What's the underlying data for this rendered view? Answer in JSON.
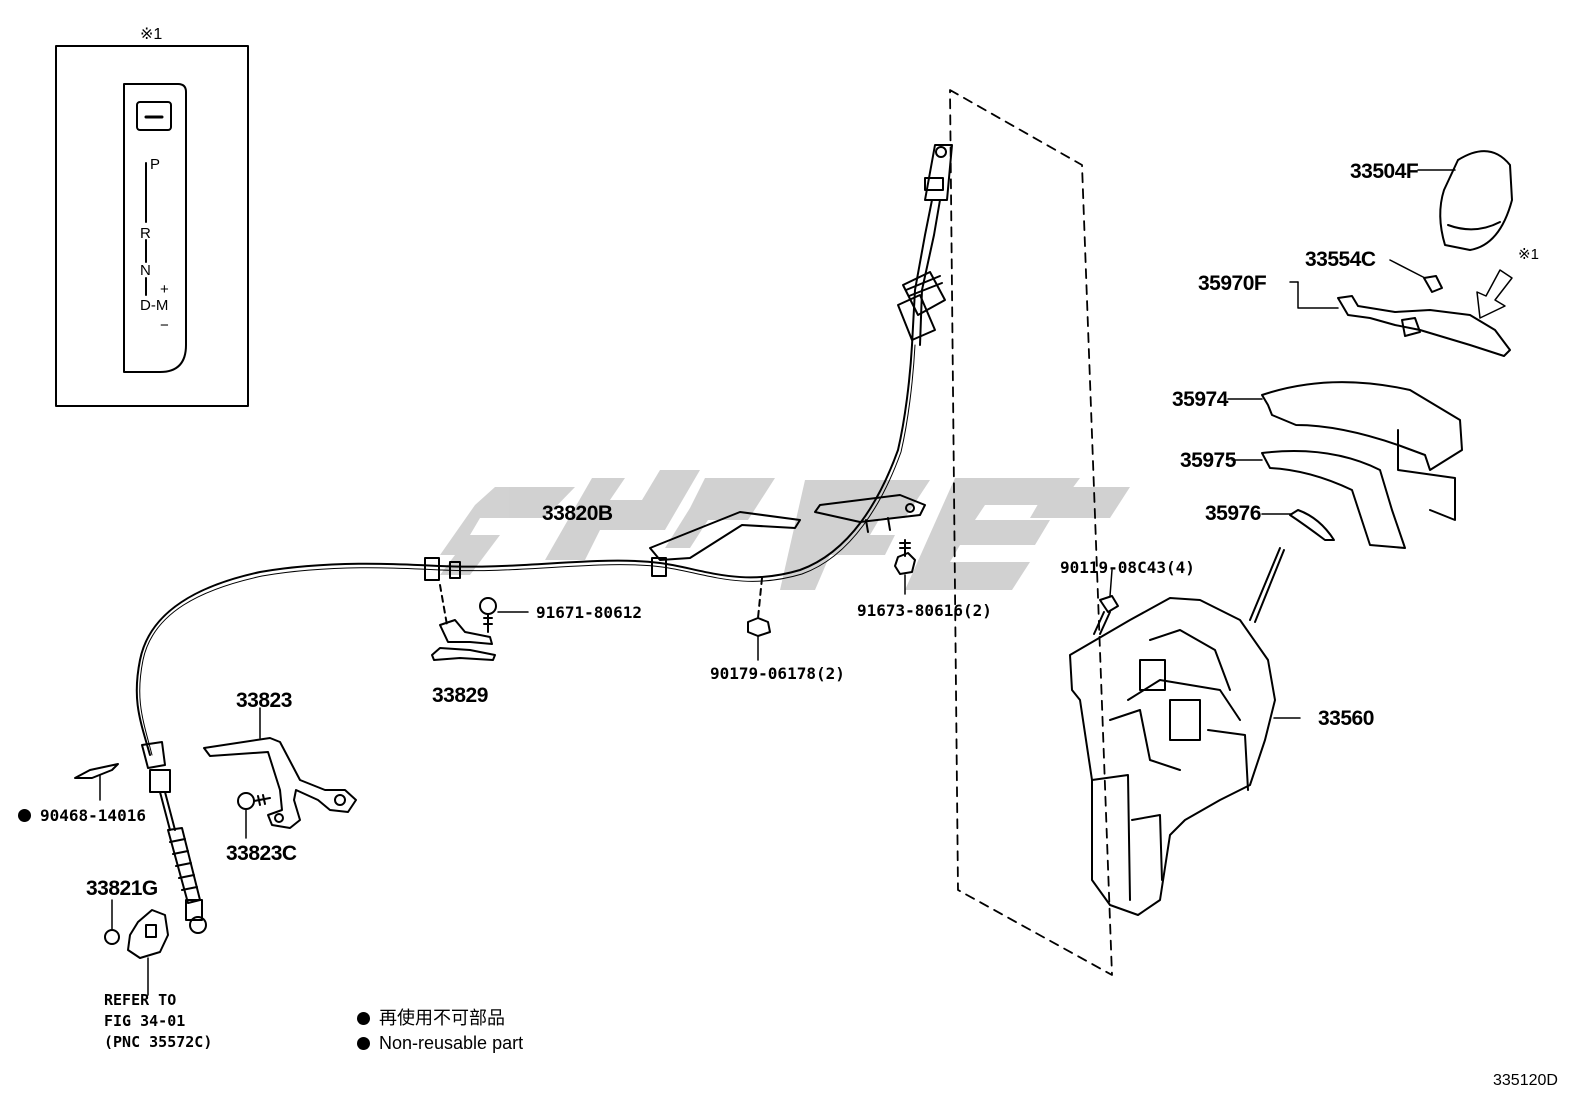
{
  "inset": {
    "note_mark": "※1",
    "gate_positions": [
      "P",
      "R",
      "N",
      "D-M"
    ],
    "plus_sign": "+",
    "minus_sign": "−"
  },
  "callouts": {
    "knob": "33504F",
    "wire_harness": "35970F",
    "clip_33554c": "33554C",
    "view_mark": "※1",
    "cover_35974": "35974",
    "cover_35975": "35975",
    "cover_35976": "35976",
    "bolt_90119": "90119-08C43(4)",
    "shifter_assembly": "33560",
    "control_cable": "33820B",
    "bolt_91671": "91671-80612",
    "bolt_91673": "91673-80616(2)",
    "nut_90179": "90179-06178(2)",
    "clamp_33829": "33829",
    "bracket_33823": "33823",
    "bolt_33823c": "33823C",
    "clip_90468": "90468-14016",
    "retainer_33821g": "33821G"
  },
  "refer_note": {
    "line1": "REFER TO",
    "line2": "FIG 34-01",
    "line3": "(PNC 35572C)"
  },
  "legend": {
    "japanese": "再使用不可部品",
    "english": "Non-reusable part"
  },
  "diagram_id": "335120D",
  "watermark_color": "#b4b4b4"
}
